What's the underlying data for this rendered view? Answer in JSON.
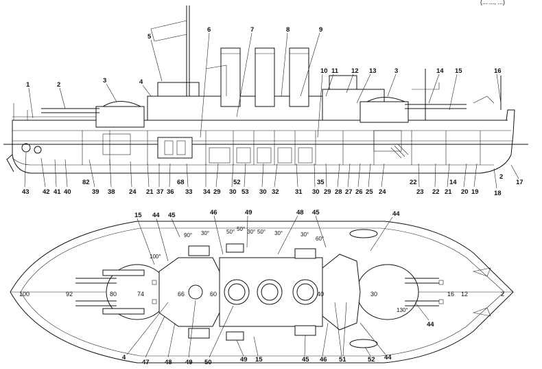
{
  "top_right_fragment": "(... ..., ...)",
  "profile_callouts_top": [
    "1",
    "2",
    "3",
    "4",
    "5",
    "6",
    "7",
    "8",
    "9",
    "10",
    "11",
    "12",
    "13",
    "3",
    "14",
    "15",
    "16"
  ],
  "profile_callouts_bottom": [
    "43",
    "42",
    "41",
    "40",
    "39",
    "38",
    "82",
    "24",
    "21",
    "37",
    "36",
    "68",
    "33",
    "34",
    "29",
    "30",
    "52",
    "53",
    "30",
    "32",
    "31",
    "30",
    "29",
    "35",
    "28",
    "27",
    "26",
    "25",
    "24",
    "22",
    "23",
    "22",
    "21",
    "14",
    "20",
    "19",
    "18",
    "2",
    "17"
  ],
  "plan_callouts_top": [
    "15",
    "44",
    "45",
    "46",
    "49",
    "48",
    "45",
    "44"
  ],
  "plan_callouts_bottom": [
    "4",
    "47",
    "48",
    "49",
    "50",
    "49",
    "15",
    "45",
    "46",
    "51",
    "52",
    "44",
    "44"
  ],
  "plan_frame_numbers": [
    "100",
    "92",
    "80",
    "74",
    "66",
    "60",
    "40",
    "30",
    "16",
    "12",
    "2"
  ],
  "plan_angles": [
    "100°",
    "90°",
    "30°",
    "50°",
    "50°",
    "30°",
    "30°",
    "50°",
    "30°",
    "60°",
    "130°"
  ]
}
